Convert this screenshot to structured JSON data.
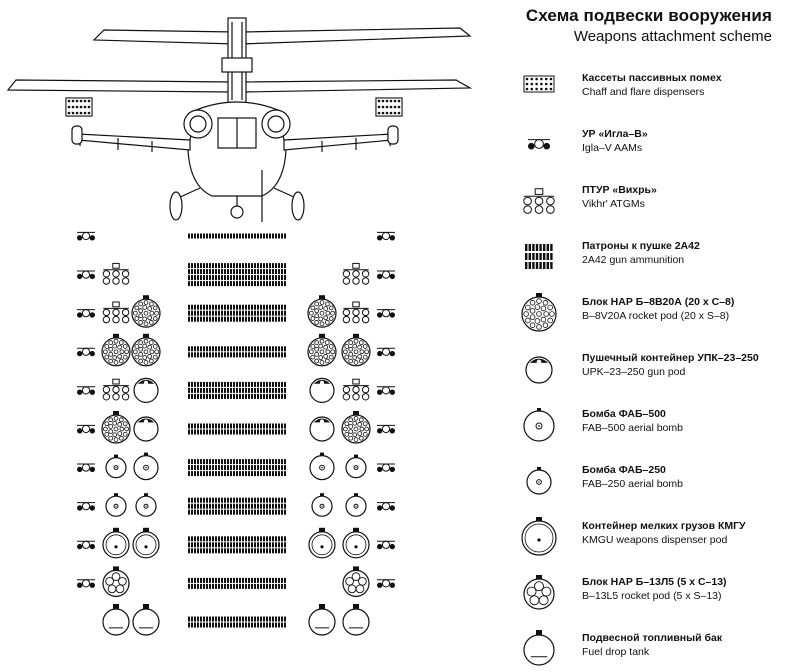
{
  "title": {
    "ru": "Схема подвески вооружения",
    "en": "Weapons attachment scheme"
  },
  "legend": [
    {
      "icon": "chaff-flare-dispenser-icon",
      "ru": "Кассеты пассивных помех",
      "en": "Chaff and flare dispensers"
    },
    {
      "icon": "igla-missile-icon",
      "ru": "УР «Игла–В»",
      "en": "Igla–V AAMs"
    },
    {
      "icon": "vikhr-missile-icon",
      "ru": "ПТУР «Вихрь»",
      "en": "Vikhr' ATGMs"
    },
    {
      "icon": "gun-ammunition-icon",
      "ru": "Патроны к пушке 2А42",
      "en": "2A42 gun ammunition"
    },
    {
      "icon": "b8v20a-rocket-pod-icon",
      "ru": "Блок НАР Б–8В20А (20 х С–8)",
      "en": "B–8V20A rocket pod (20 x S–8)"
    },
    {
      "icon": "upk-gun-pod-icon",
      "ru": "Пушечный контейнер УПК–23–250",
      "en": "UPK–23–250 gun pod"
    },
    {
      "icon": "fab500-bomb-icon",
      "ru": "Бомба ФАБ–500",
      "en": "FAB–500 aerial bomb"
    },
    {
      "icon": "fab250-bomb-icon",
      "ru": "Бомба ФАБ–250",
      "en": "FAB–250 aerial bomb"
    },
    {
      "icon": "kmgu-dispenser-icon",
      "ru": "Контейнер мелких грузов КМГУ",
      "en": "KMGU weapons dispenser pod"
    },
    {
      "icon": "b13l5-rocket-pod-icon",
      "ru": "Блок НАР Б–13Л5 (5 х С–13)",
      "en": "B–13L5 rocket pod (5 x S–13)"
    },
    {
      "icon": "fuel-tank-icon",
      "ru": "Подвесной топливный бак",
      "en": "Fuel drop tank"
    }
  ],
  "configurations": [
    {
      "outer": "igla",
      "inner": "none",
      "ammo": 1
    },
    {
      "outer": "igla",
      "inner": "vikhr",
      "ammo": 4
    },
    {
      "outer": "igla",
      "inner": "vikhr",
      "inner2": "b8",
      "ammo": 3
    },
    {
      "outer": "igla",
      "inner": "b8",
      "inner2": "b8",
      "ammo": 2
    },
    {
      "outer": "igla",
      "inner": "vikhr",
      "inner2": "upk",
      "ammo": 3
    },
    {
      "outer": "igla",
      "inner": "b8",
      "inner2": "upk",
      "ammo": 2
    },
    {
      "outer": "igla",
      "inner": "fab250",
      "inner2": "fab500",
      "ammo": 3
    },
    {
      "outer": "igla",
      "inner": "fab250",
      "inner2": "fab250",
      "ammo": 3
    },
    {
      "outer": "igla",
      "inner": "kmgu",
      "inner2": "kmgu",
      "ammo": 3
    },
    {
      "outer": "igla",
      "inner": "b13",
      "inner2": "none",
      "ammo": 2
    },
    {
      "outer": "none",
      "inner": "tank",
      "inner2": "tank",
      "ammo": 2
    }
  ],
  "colors": {
    "ink": "#111111",
    "paper": "#ffffff",
    "shade": "#8a8a8a"
  }
}
